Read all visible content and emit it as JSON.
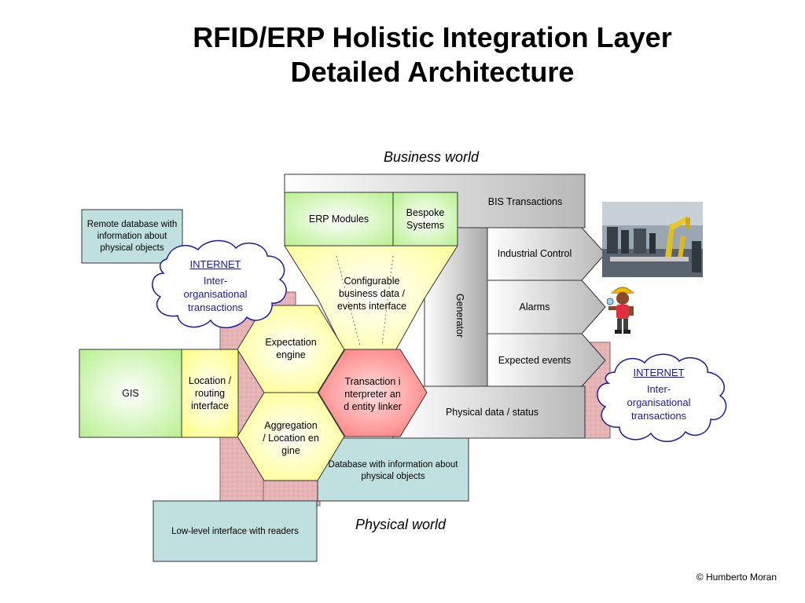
{
  "title": {
    "line1": "RFID/ERP Holistic Integration Layer",
    "line2": "Detailed Architecture"
  },
  "labels": {
    "business_world": "Business world",
    "physical_world": "Physical world",
    "copyright": "© Humberto Moran"
  },
  "boxes": {
    "remote_db": "Remote database with information about physical objects",
    "erp_modules": "ERP Modules",
    "bespoke_systems": "Bespoke Systems",
    "bis_transactions": "BIS Transactions",
    "industrial_control": "Industrial Control",
    "alarms": "Alarms",
    "expected_events": "Expected events",
    "physical_data": "Physical data / status",
    "generator": "Generator",
    "configurable": "Configurable business data / events interface",
    "gis": "GIS",
    "location_routing": "Location / routing interface",
    "expectation_engine": "Expectation engine",
    "aggregation_engine": "Aggregation / Location engine",
    "transaction_interpreter": "Transaction interpreter and entity linker",
    "database_physical": "Database with information about physical objects",
    "low_level": "Low-level interface with readers"
  },
  "clouds": {
    "left": {
      "link": "INTERNET",
      "text": "Inter-organisational transactions"
    },
    "right": {
      "link": "INTERNET",
      "text": "Inter-organisational transactions"
    }
  },
  "colors": {
    "green_fill": "#ccff99",
    "yellow_fill": "#ffff99",
    "red_fill": "#ff8080",
    "teal_fill": "#c0e0e0",
    "grey_fill": "#d0d0d0",
    "pink_fill": "#e8b8b8",
    "cloud_stroke": "#1a1aa8"
  },
  "icons": {
    "photo": "factory-robots-photo",
    "person": "engineer-figure-icon"
  }
}
